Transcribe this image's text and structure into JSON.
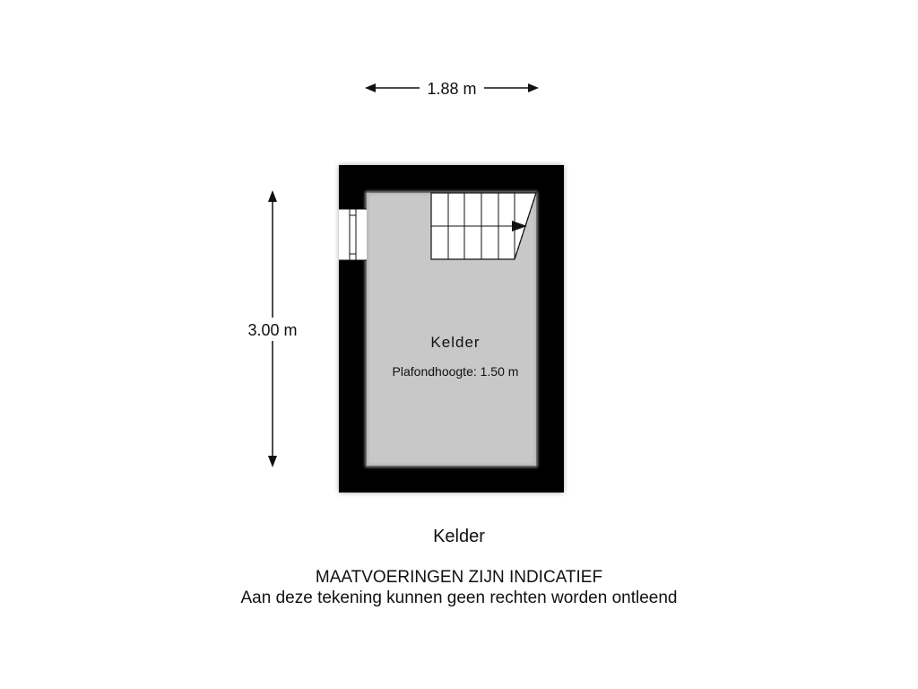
{
  "dimensions": {
    "width_label": "1.88 m",
    "height_label": "3.00 m"
  },
  "room": {
    "name": "Kelder",
    "ceiling_height": "Plafondhoogte: 1.50 m"
  },
  "floor_name": "Kelder",
  "disclaimer": {
    "line1": "MAATVOERINGEN ZIJN INDICATIEF",
    "line2": "Aan deze tekening kunnen geen rechten worden ontleend"
  },
  "colors": {
    "wall": "#000000",
    "floor": "#c8c8c8",
    "stairs": "#ffffff",
    "line": "#111111"
  }
}
